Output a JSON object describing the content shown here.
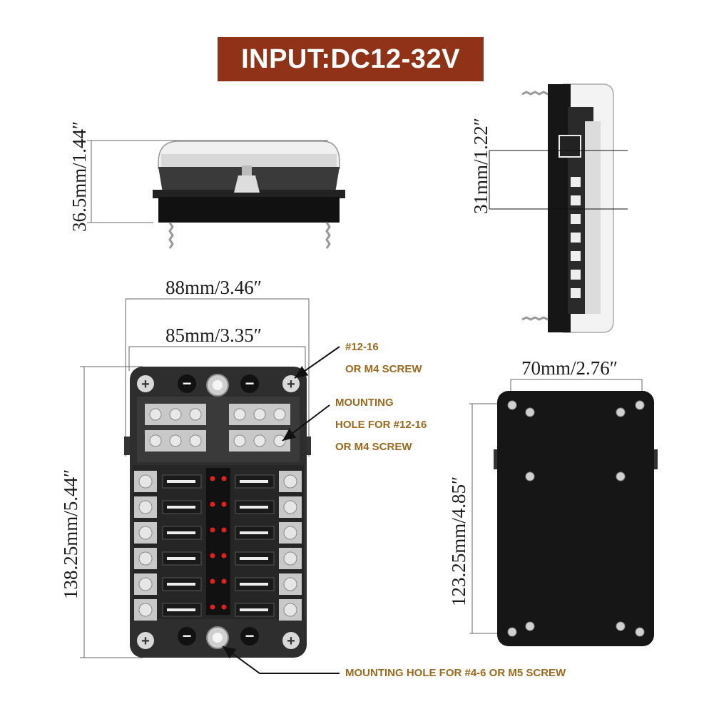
{
  "banner": {
    "text": "INPUT:DC12-32V",
    "bg_color": "#8f3218",
    "text_color": "#ffffff"
  },
  "dimensions": {
    "front_height": "36.5mm/1.44″",
    "side_spacing": "31mm/1.22″",
    "top_outer_width": "88mm/3.46″",
    "top_inner_width": "85mm/3.35″",
    "top_length": "138.25mm/5.44″",
    "back_width": "70mm/2.76″",
    "back_length": "123.25mm/4.85″"
  },
  "callouts": {
    "screw_top_line1": "#12-16",
    "screw_top_line2": "OR M4 SCREW",
    "mounting_line1": "MOUNTING",
    "mounting_line2": "HOLE FOR #12-16",
    "mounting_line3": "OR M4 SCREW",
    "mounting_bottom": "MOUNTING HOLE FOR #4-6 OR M5 SCREW",
    "text_color": "#9a6a1e"
  },
  "symbols": {
    "negative": "−",
    "positive": "+"
  },
  "colors": {
    "body": "#2b2b2b",
    "cover": "#f2f2f2",
    "led": "#e02020",
    "terminal": "#c8c8c8"
  }
}
